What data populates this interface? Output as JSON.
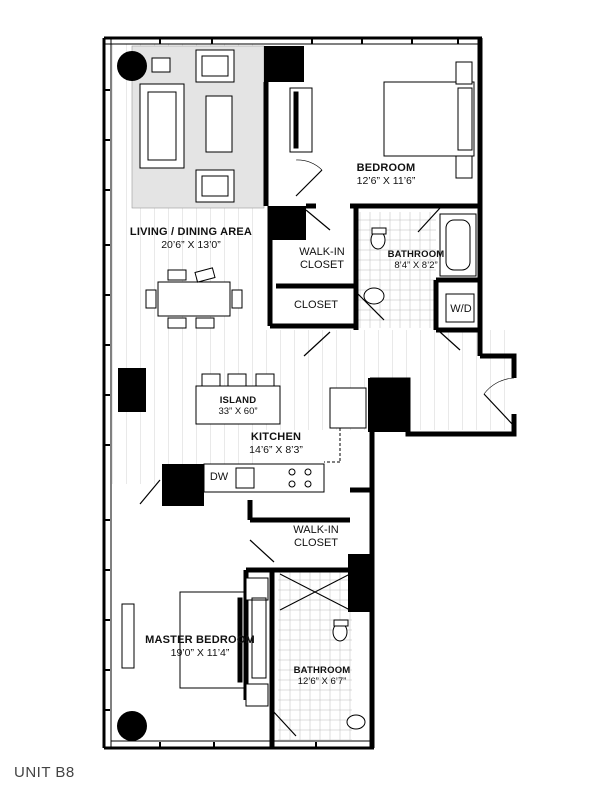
{
  "unit_label": "UNIT B8",
  "rooms": {
    "living": {
      "name": "LIVING / DINING AREA",
      "dims": "20’6” X 13’0”"
    },
    "bedroom": {
      "name": "BEDROOM",
      "dims": "12’6” X 11’6”"
    },
    "walkin1": {
      "line1": "WALK-IN",
      "line2": "CLOSET"
    },
    "bathroom1": {
      "name": "BATHROOM",
      "dims": "8’4” X 8’2”"
    },
    "closet": {
      "name": "CLOSET"
    },
    "wd": {
      "name": "W/D"
    },
    "island": {
      "name": "ISLAND",
      "dims": "33” X 60”"
    },
    "kitchen": {
      "name": "KITCHEN",
      "dims": "14’6” X 8’3”"
    },
    "dw": {
      "name": "DW"
    },
    "walkin2": {
      "line1": "WALK-IN",
      "line2": "CLOSET"
    },
    "master": {
      "name": "MASTER BEDROOM",
      "dims": "19’0” X 11’4”"
    },
    "bathroom2": {
      "name": "BATHROOM",
      "dims": "12’6” X 6’7”"
    }
  }
}
